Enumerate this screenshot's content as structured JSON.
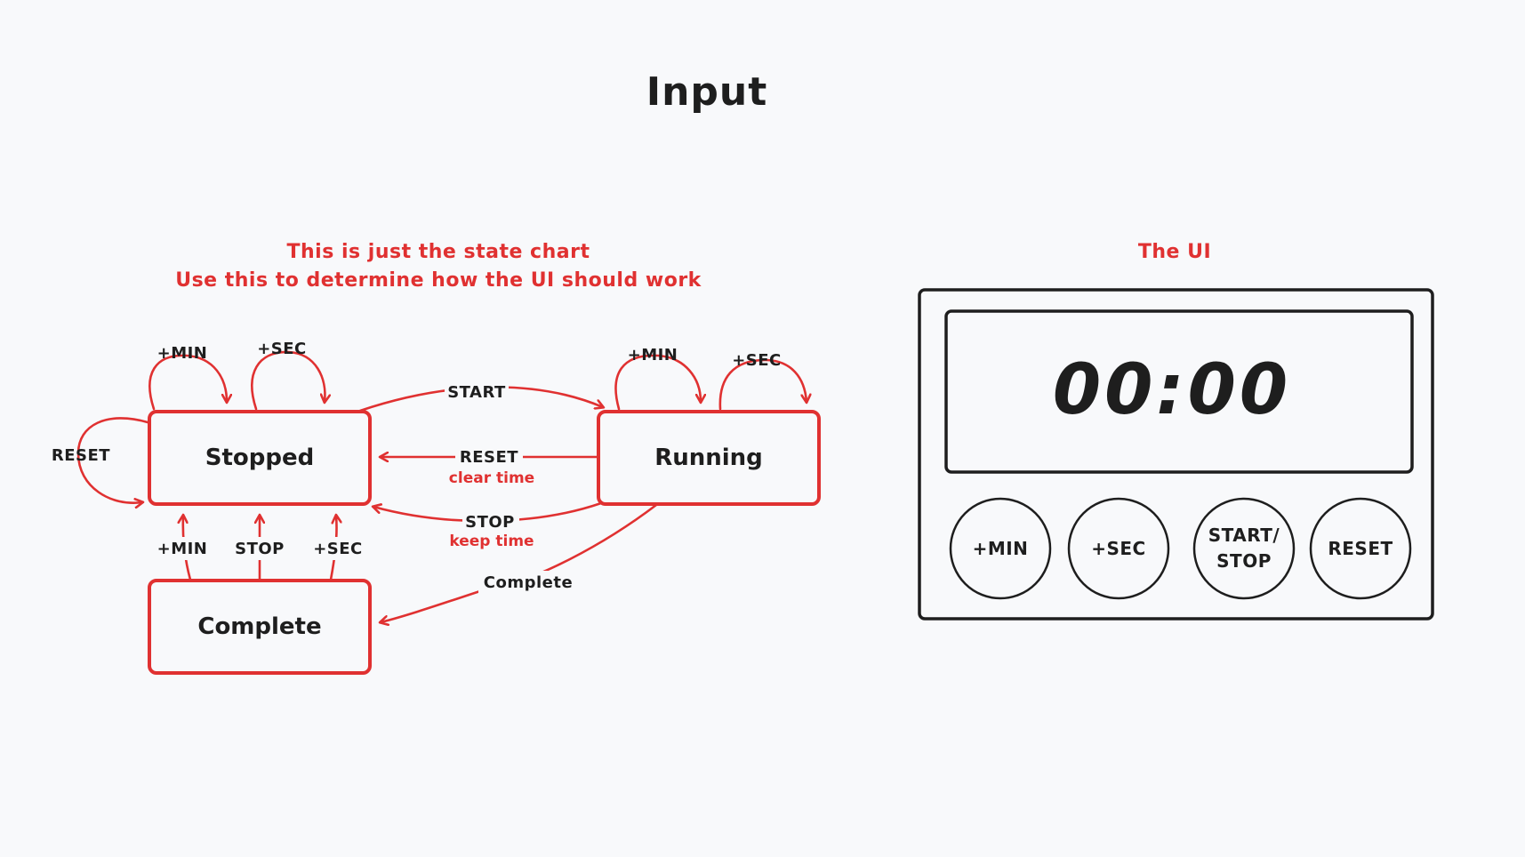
{
  "title": "Input",
  "note": {
    "line1": "This is just the state chart",
    "line2": "Use this to determine how the UI should work"
  },
  "ui_heading": "The UI",
  "colors": {
    "accent": "#e03131",
    "ink": "#1e1e1e",
    "background": "#f8f9fb"
  },
  "states": {
    "stopped": "Stopped",
    "running": "Running",
    "complete": "Complete"
  },
  "transitions": {
    "stopped_min": "+MIN",
    "stopped_sec": "+SEC",
    "stopped_reset": "RESET",
    "start": "START",
    "running_reset": "RESET",
    "running_reset_note": "clear time",
    "running_stop": "STOP",
    "running_stop_note": "keep time",
    "running_min": "+MIN",
    "running_sec": "+SEC",
    "complete": "Complete",
    "complete_min": "+MIN",
    "complete_stop": "STOP",
    "complete_sec": "+SEC"
  },
  "ui": {
    "display": "00:00",
    "buttons": {
      "min": "+MIN",
      "sec": "+SEC",
      "start_stop_line1": "START/",
      "start_stop_line2": "STOP",
      "reset": "RESET"
    }
  }
}
